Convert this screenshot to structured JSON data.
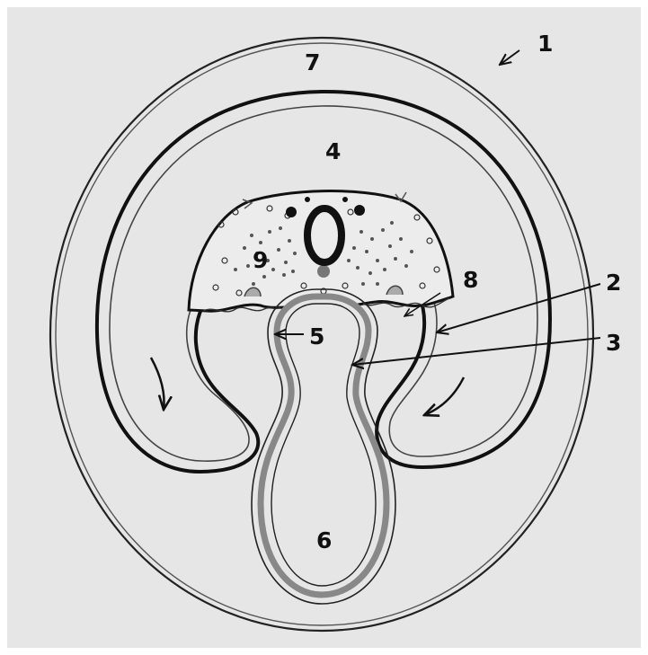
{
  "figure": {
    "background": "#e6e6e6",
    "ink": "#111111",
    "tube_gray": "#888888",
    "labels": {
      "l1": "1",
      "l2": "2",
      "l3": "3",
      "l4": "4",
      "l5": "5",
      "l6": "6",
      "l7": "7",
      "l8": "8",
      "l9": "9"
    }
  }
}
